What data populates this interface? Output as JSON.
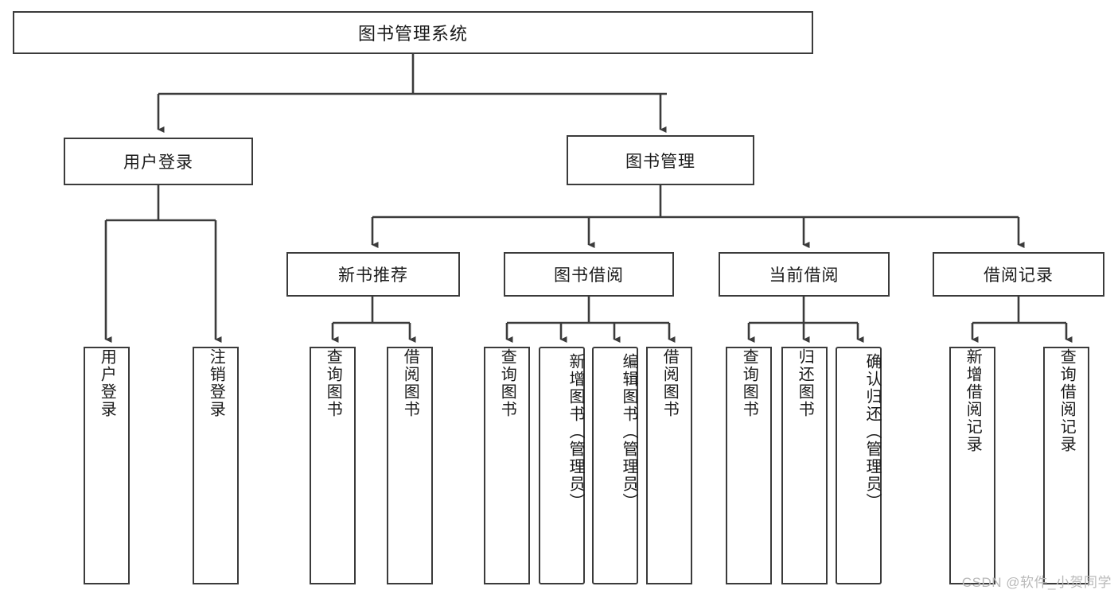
{
  "diagram": {
    "title": "图书管理系统",
    "type": "hierarchy-tree",
    "background_color": "#ffffff",
    "line_color": "#3b3b3b",
    "text_color": "#1a1a1a"
  },
  "root": {
    "label": "图书管理系统"
  },
  "level1": [
    {
      "label": "用户登录"
    },
    {
      "label": "图书管理"
    }
  ],
  "level2": [
    {
      "label": "新书推荐"
    },
    {
      "label": "图书借阅"
    },
    {
      "label": "当前借阅"
    },
    {
      "label": "借阅记录"
    }
  ],
  "leaves": {
    "user_login": [
      {
        "label": "用户登录"
      },
      {
        "label": "注销登录"
      }
    ],
    "new_book": [
      {
        "label": "查询图书"
      },
      {
        "label": "借阅图书"
      }
    ],
    "book_borrow": [
      {
        "label": "查询图书"
      },
      {
        "label": "新增图书（管理员）"
      },
      {
        "label": "编辑图书（管理员）"
      },
      {
        "label": "借阅图书"
      }
    ],
    "current_borrow": [
      {
        "label": "查询图书"
      },
      {
        "label": "归还图书"
      },
      {
        "label": "确认归还（管理员）"
      }
    ],
    "borrow_record": [
      {
        "label": "新增借阅记录"
      },
      {
        "label": "查询借阅记录"
      }
    ]
  },
  "watermark": {
    "text": "CSDN @软件_小贺同学"
  }
}
